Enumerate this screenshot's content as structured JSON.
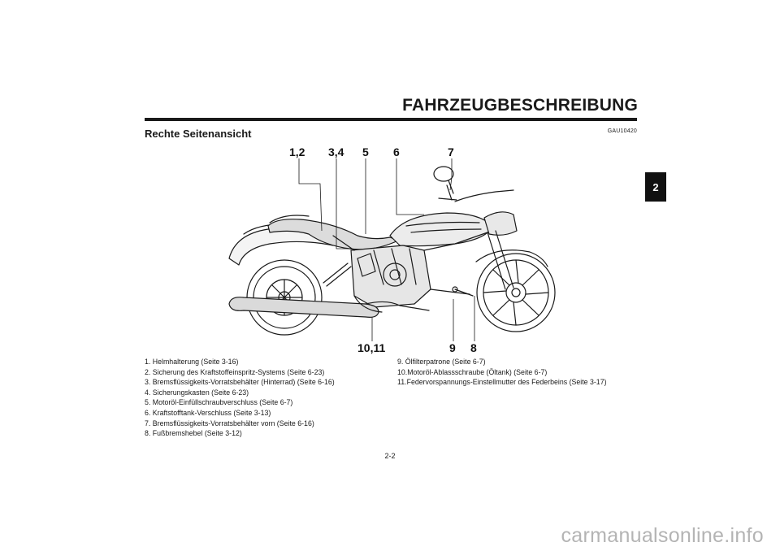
{
  "header": {
    "title": "FAHRZEUGBESCHREIBUNG",
    "doc_code": "GAU10420",
    "section_heading": "Rechte Seitenansicht",
    "chapter_tab": "2"
  },
  "diagram": {
    "callouts_top": [
      "1,2",
      "3,4",
      "5",
      "6",
      "7"
    ],
    "callouts_bottom": [
      "10,11",
      "9",
      "8"
    ]
  },
  "legend": {
    "left": [
      "1. Helmhalterung (Seite 3-16)",
      "2. Sicherung des Kraftstoffeinspritz-Systems (Seite 6-23)",
      "3. Bremsflüssigkeits-Vorratsbehälter (Hinterrad) (Seite 6-16)",
      "4. Sicherungskasten (Seite 6-23)",
      "5. Motoröl-Einfüllschraubverschluss (Seite 6-7)",
      "6. Kraftstofftank-Verschluss (Seite 3-13)",
      "7. Bremsflüssigkeits-Vorratsbehälter vorn (Seite 6-16)",
      "8. Fußbremshebel (Seite 3-12)"
    ],
    "right": [
      "9. Ölfilterpatrone (Seite 6-7)",
      "10.Motoröl-Ablassschraube (Öltank) (Seite 6-7)",
      "11.Federvorspannungs-Einstellmutter des Federbeins (Seite 3-17)"
    ]
  },
  "footer": {
    "page_number": "2-2",
    "watermark": "carmanualsonline.info"
  }
}
